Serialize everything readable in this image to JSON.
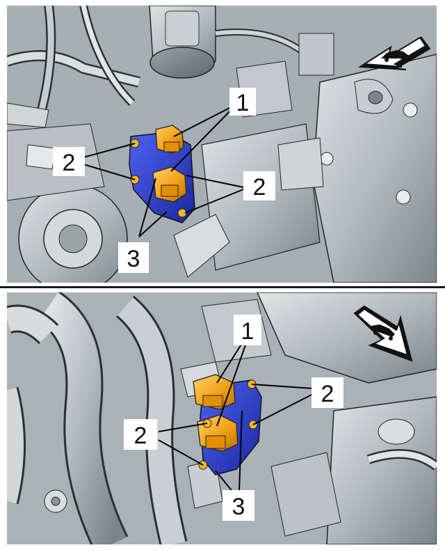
{
  "figure": {
    "top_panel": {
      "view_direction": "forward",
      "callouts": [
        {
          "id": "top-callout-1",
          "label": "1"
        },
        {
          "id": "top-callout-2-left",
          "label": "2"
        },
        {
          "id": "top-callout-2-right",
          "label": "2"
        },
        {
          "id": "top-callout-3",
          "label": "3"
        }
      ]
    },
    "bottom_panel": {
      "view_direction": "rearward",
      "callouts": [
        {
          "id": "bottom-callout-1",
          "label": "1"
        },
        {
          "id": "bottom-callout-2-right",
          "label": "2"
        },
        {
          "id": "bottom-callout-2-left",
          "label": "2"
        },
        {
          "id": "bottom-callout-3",
          "label": "3"
        }
      ]
    },
    "colors": {
      "component_orange": "#f2a116",
      "bracket_blue": "#2233c4",
      "engine_gray": "#b9c1c4",
      "outline": "#1f1f1f"
    },
    "icons": [
      "direction-arrow-icon",
      "car-silhouette-icon"
    ]
  }
}
